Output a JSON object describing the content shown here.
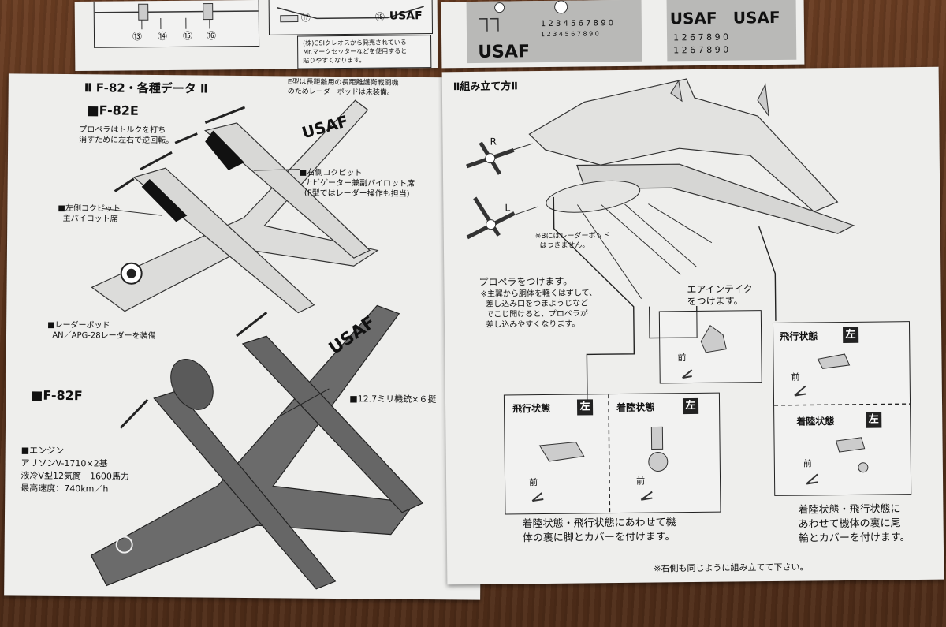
{
  "top_strip": {
    "num_left": [
      "⑬",
      "⑭",
      "⑮",
      "⑯"
    ],
    "num_mid": "⑰",
    "num_usaf": "⑱",
    "usaf_small": "USAF",
    "note": "(株)GSIクレオスから発売されている\nMr.マークセッターなどを使用すると\n貼りやすくなります。",
    "decal_digits_1": "1 2 3 4 5 6 7 8 9 0",
    "decal_digits_2": "1 2 3 4 5 6 7 8 9 0",
    "decal_usaf_big": "USAF",
    "decal_usaf_right1": "USAF",
    "decal_usaf_right2": "USAF",
    "decal_digits_3": "1 2 6 7 8 9 0",
    "decal_digits_4": "1 2 6 7 8 9 0"
  },
  "left": {
    "title": "Ⅱ F-82・各種データ Ⅱ",
    "e_note": "E型は長距離用の長距離護衛戦闘機\nのためレーダーポッドは未装備。",
    "f82e": "■F-82E",
    "prop_note": "プロペラはトルクを打ち\n消すために左右で逆回転。",
    "right_cockpit": "■右側コクピット\n  ナビゲーター兼副パイロット席\n  (F型ではレーダー操作も担当)",
    "left_cockpit": "■左側コクピット\n  主パイロット席",
    "usaf_top": "USAF",
    "radar_pod": "■レーダーポッド\n  AN／APG-28レーダーを装備",
    "usaf_bottom": "USAF",
    "guns": "■12.7ミリ機銃×６挺",
    "f82f": "■F-82F",
    "engine": "■エンジン\nアリソンV-1710×2基\n液冷V型12気筒　1600馬力\n最高速度：740km／h"
  },
  "right": {
    "title": "Ⅱ組み立て方Ⅱ",
    "r_label": "R",
    "l_label": "L",
    "b_note": "※Bにはレーダーポッド\n  はつきません。",
    "prop_attach": "プロペラをつけます。",
    "prop_note": "※主翼から胴体を軽くはずして、\n  差し込み口をつまようじなど\n  でこじ開けると、プロペラが\n  差し込みやすくなります。",
    "intake": "エアインテイク\nをつけます。",
    "front": "前",
    "flight_state": "飛行状態",
    "landing_state": "着陸状態",
    "left_badge": "左",
    "gear_note": "着陸状態・飛行状態にあわせて機\n体の裏に脚とカバーを付けます。",
    "tail_note": "着陸状態・飛行状態に\nあわせて機体の裏に尾\n輪とカバーを付けます。",
    "same_right": "※右側も同じように組み立てて下さい。"
  }
}
